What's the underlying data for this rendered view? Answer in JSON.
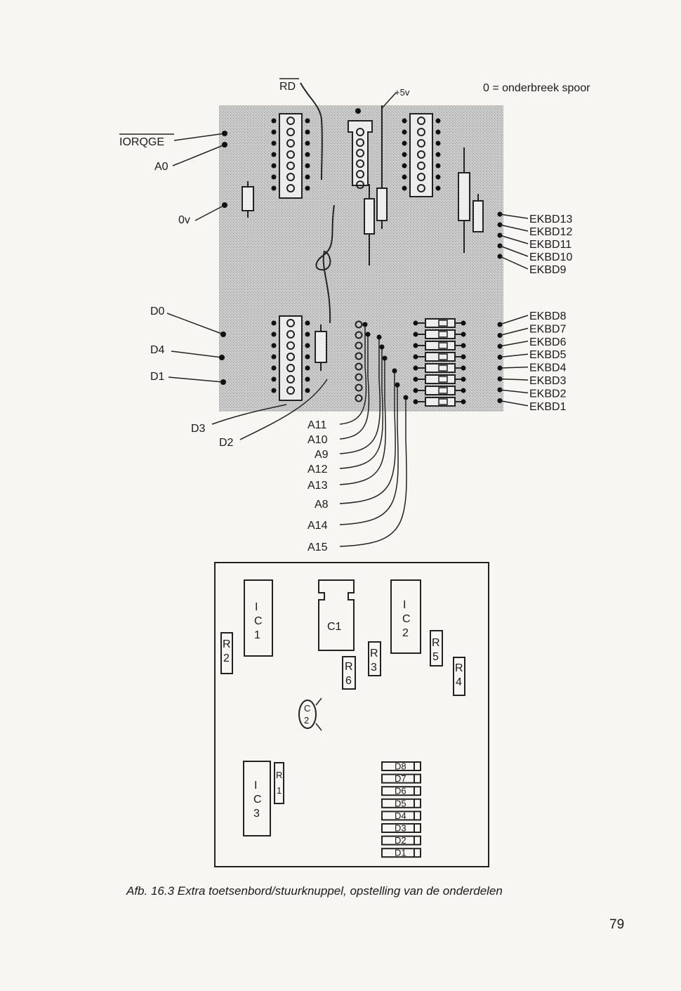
{
  "legend": "0 = onderbreek spoor",
  "top_labels": {
    "rd": "RD",
    "plus5v": "+5v",
    "iorqge": "IORQGE",
    "a0": "A0",
    "ov": "0v"
  },
  "ekbd_upper": [
    "EKBD13",
    "EKBD12",
    "EKBD11",
    "EKBD10",
    "EKBD9"
  ],
  "ekbd_lower": [
    "EKBD8",
    "EKBD7",
    "EKBD6",
    "EKBD5",
    "EKBD4",
    "EKBD3",
    "EKBD2",
    "EKBD1"
  ],
  "data_left": [
    "D0",
    "D4",
    "D1"
  ],
  "data_bottom": [
    "D3",
    "D2"
  ],
  "address": [
    "A11",
    "A10",
    "A9",
    "A12",
    "A13",
    "A8",
    "A14",
    "A15"
  ],
  "layout": {
    "ic1": [
      "I",
      "C",
      "1"
    ],
    "ic2": [
      "I",
      "C",
      "2"
    ],
    "ic3": [
      "I",
      "C",
      "3"
    ],
    "c1": "C1",
    "c2": [
      "C",
      "2"
    ],
    "r2": [
      "R",
      "2"
    ],
    "r6": [
      "R",
      "6"
    ],
    "r3": [
      "R",
      "3"
    ],
    "r5": [
      "R",
      "5"
    ],
    "r4": [
      "R",
      "4"
    ],
    "r1": [
      "R",
      "1"
    ],
    "diodes": [
      "D8",
      "D7",
      "D6",
      "D5",
      "D4",
      "D3",
      "D2",
      "D1"
    ]
  },
  "caption": "Afb. 16.3 Extra toetsenbord/stuurknuppel, opstelling van de onderdelen",
  "page_number": "79"
}
